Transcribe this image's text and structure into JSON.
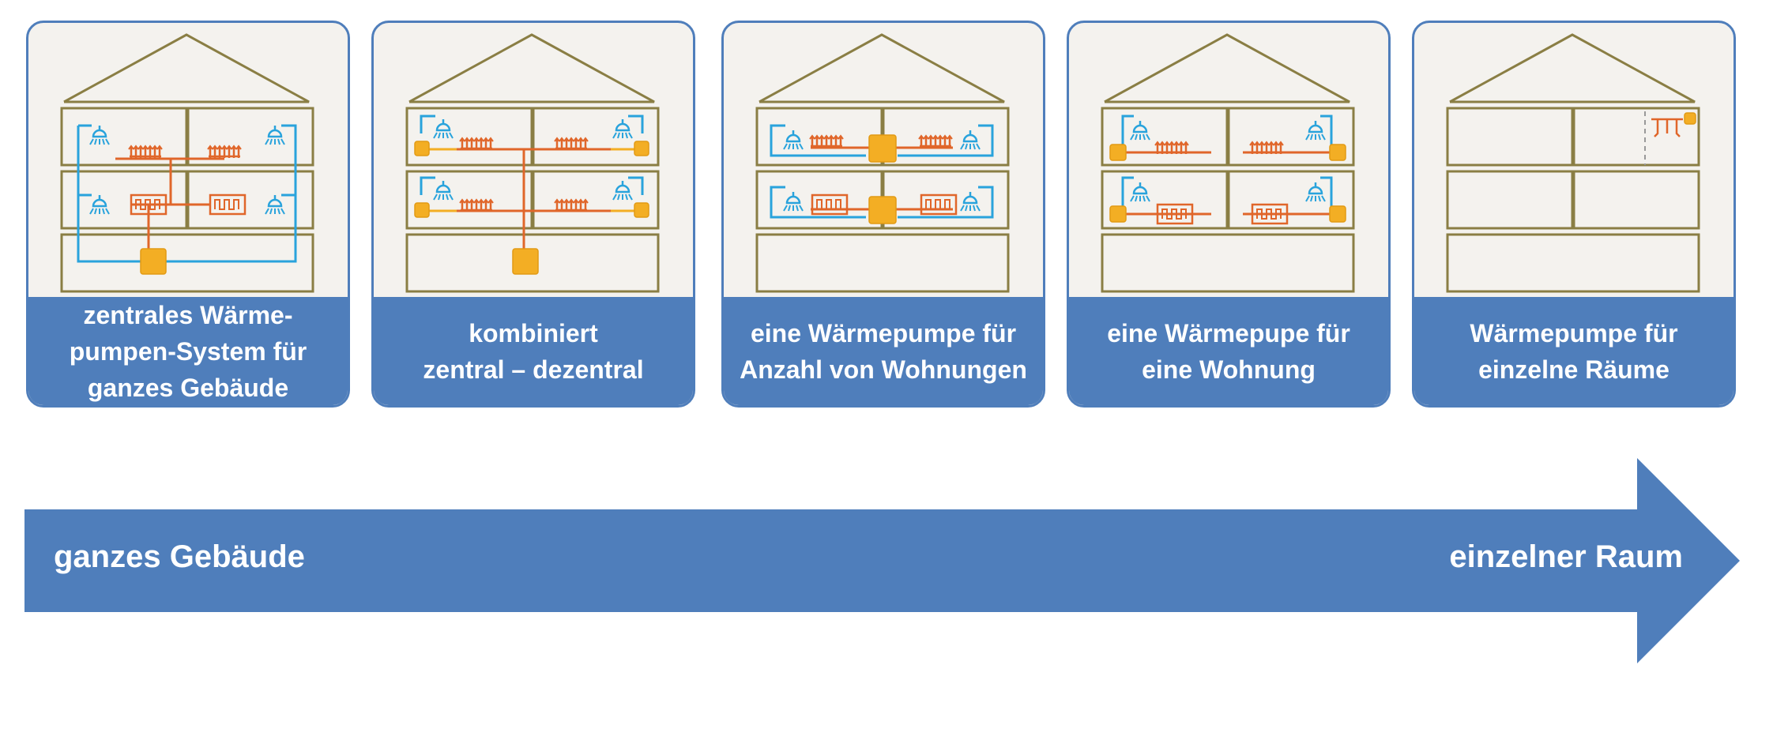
{
  "panels": [
    {
      "id": "central",
      "caption": [
        "zentrales Wärme-",
        "pumpen-System für",
        "ganzes Gebäude"
      ]
    },
    {
      "id": "combined",
      "caption": [
        "kombiniert",
        "zentral – dezentral"
      ]
    },
    {
      "id": "per-apartments",
      "caption": [
        "eine Wärmepumpe für",
        "Anzahl von Wohnungen"
      ]
    },
    {
      "id": "per-apartment",
      "caption": [
        "eine Wärmepupe für",
        "eine Wohnung"
      ]
    },
    {
      "id": "per-room",
      "caption": [
        "Wärmepumpe für",
        "einzelne Räume"
      ]
    }
  ],
  "arrow": {
    "left_label": "ganzes Gebäude",
    "right_label": "einzelner Raum"
  },
  "colors": {
    "blue": "#4f7ebb",
    "house_outline": "#8a7e44",
    "water_line": "#29a3dc",
    "heat_line": "#e0662a",
    "heat_pump": "#f3ae24",
    "house_bg": "#f4f2ee"
  },
  "icons": [
    "shower-icon",
    "radiator-icon",
    "floor-heating-icon",
    "heat-pump-unit-icon",
    "air-outlet-icon"
  ]
}
